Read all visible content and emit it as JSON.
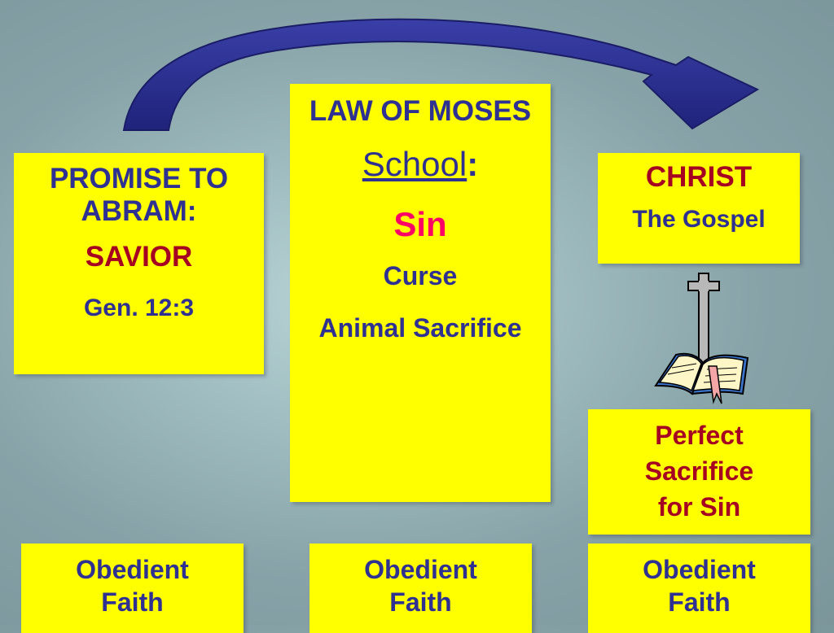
{
  "promise": {
    "title": "PROMISE TO ABRAM:",
    "savior": "SAVIOR",
    "ref": "Gen. 12:3"
  },
  "law": {
    "title": "LAW OF MOSES",
    "school": "School",
    "colon": ":",
    "sin": "Sin",
    "curse": "Curse",
    "animal": "Animal Sacrifice"
  },
  "christ": {
    "title": "CHRIST",
    "gospel": "The Gospel"
  },
  "perfect": {
    "line1": "Perfect",
    "line2": "Sacrifice",
    "line3": "for Sin"
  },
  "faith": [
    {
      "line1": "Obedient",
      "line2": "Faith"
    },
    {
      "line1": "Obedient",
      "line2": "Faith"
    },
    {
      "line1": "Obedient",
      "line2": "Faith"
    }
  ],
  "icons": {
    "arrow": "curved-arrow-icon",
    "cross": "cross-icon",
    "bible": "open-bible-icon"
  },
  "colors": {
    "box": "#ffff00",
    "navy": "#2e3192",
    "red": "#a50021",
    "pink": "#ff0066",
    "arrow": "#2e3192"
  }
}
